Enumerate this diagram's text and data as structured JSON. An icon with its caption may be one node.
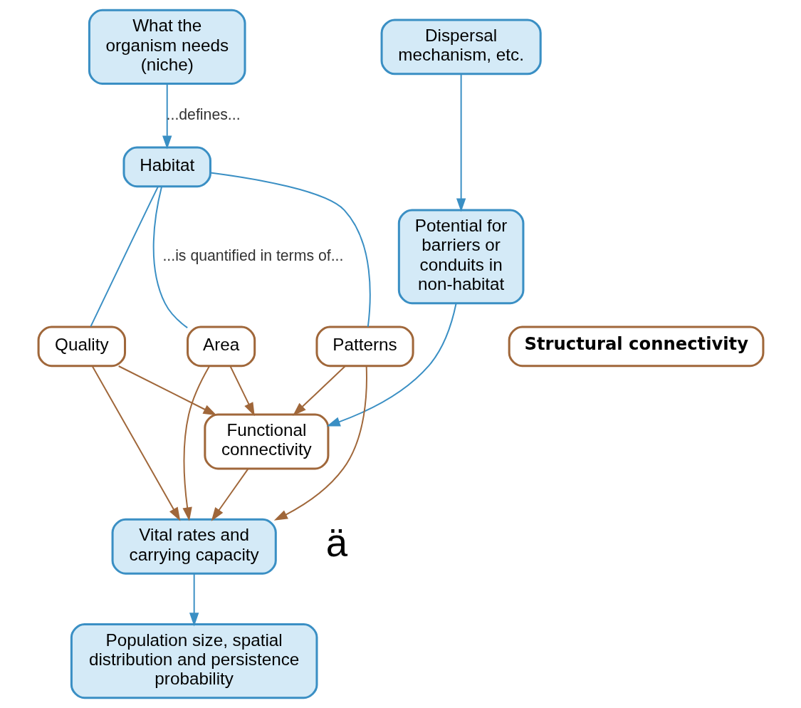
{
  "diagram": {
    "nodes": [
      {
        "text": [
          "What the organism needs (niche)"
        ]
      },
      {
        "text": [
          "Dispersal mechanism, etc."
        ]
      },
      {
        "text": [
          "Habitat"
        ]
      },
      {
        "text": [
          "Potential for barriers or conduits in non-habitat"
        ]
      },
      {
        "text": [
          "Quality"
        ]
      },
      {
        "text": [
          "Area"
        ]
      },
      {
        "text": [
          "Patterns"
        ]
      },
      {
        "text": [
          "Structural connectivity"
        ]
      },
      {
        "text": [
          "Functional connectivity"
        ]
      },
      {
        "text": [
          "Vital rates and carrying capacity"
        ]
      },
      {
        "text": [
          "Population size, spatial distribution and persistence probability"
        ]
      }
    ],
    "edges": [
      {
        "from": 0,
        "to": 2,
        "arrow": "to",
        "label": "...defines...",
        "color": "#3a8fc4"
      },
      {
        "from": 1,
        "to": 3,
        "arrow": "to",
        "color": "#3a8fc4"
      },
      {
        "from": 2,
        "to": 4,
        "arrow": "none",
        "color": "#3a8fc4"
      },
      {
        "from": 2,
        "to": 5,
        "arrow": "none",
        "label": "...is quantified in terms of...",
        "color": "#3a8fc4"
      },
      {
        "from": 2,
        "to": 6,
        "arrow": "none",
        "color": "#3a8fc4"
      },
      {
        "from": 3,
        "to": 8,
        "arrow": "to",
        "color": "#3a8fc4"
      },
      {
        "from": 4,
        "to": 9,
        "arrow": "to",
        "color": "#a0673a"
      },
      {
        "from": 4,
        "to": 8,
        "arrow": "to",
        "color": "#a0673a"
      },
      {
        "from": 5,
        "to": 9,
        "arrow": "to",
        "color": "#a0673a"
      },
      {
        "from": 5,
        "to": 8,
        "arrow": "to",
        "color": "#a0673a"
      },
      {
        "from": 6,
        "to": 9,
        "arrow": "to",
        "color": "#a0673a"
      },
      {
        "from": 6,
        "to": 8,
        "arrow": "to",
        "color": "#a0673a"
      },
      {
        "from": 8,
        "to": 9,
        "arrow": "to",
        "color": "#a0673a"
      },
      {
        "from": 9,
        "to": 10,
        "arrow": "to",
        "color": "#3a8fc4"
      }
    ],
    "labels": [
      "ä"
    ]
  }
}
